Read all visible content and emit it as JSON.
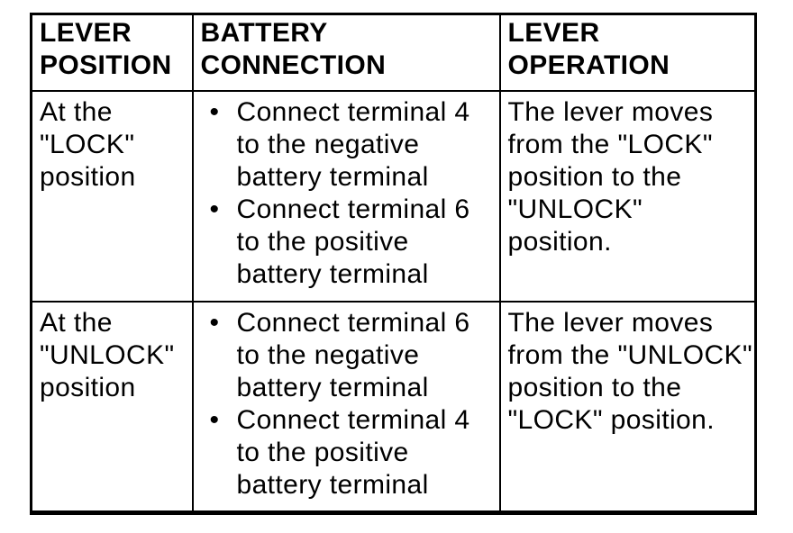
{
  "page": {
    "background_color": "#ffffff",
    "text_color": "#000000"
  },
  "table": {
    "bullet": "•",
    "headers": {
      "lever_position": "LEVER\nPOSITION",
      "battery_connection": "BATTERY\nCONNECTION",
      "lever_operation": "LEVER\nOPERATION"
    },
    "rows": [
      {
        "lever_position": "At the\n\"LOCK\"\nposition",
        "battery_connection": [
          "Connect terminal 4\nto the negative\nbattery terminal",
          "Connect terminal 6\nto the positive\nbattery terminal"
        ],
        "lever_operation": "The lever moves\nfrom the \"LOCK\"\nposition to the\n\"UNLOCK\"\nposition."
      },
      {
        "lever_position": "At the\n\"UNLOCK\"\nposition",
        "battery_connection": [
          "Connect terminal 6\nto the negative\nbattery terminal",
          "Connect terminal 4\nto the positive\nbattery terminal"
        ],
        "lever_operation": "The lever moves\nfrom the \"UNLOCK\"\nposition to the\n\"LOCK\" position."
      }
    ]
  }
}
